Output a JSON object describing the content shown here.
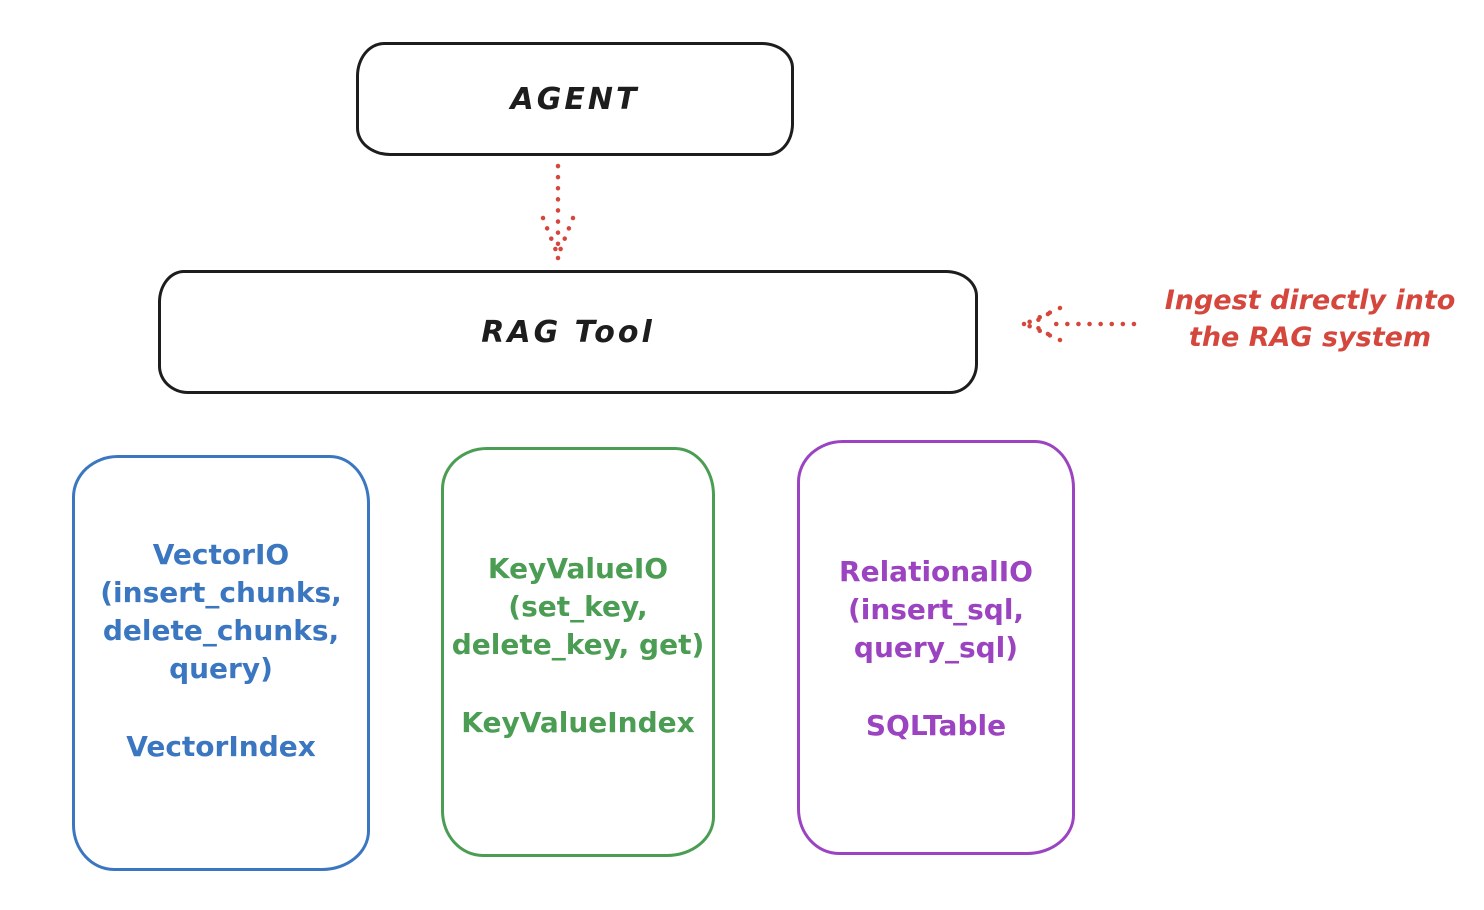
{
  "colors": {
    "ink_black": "#1d1d1d",
    "annotation_red": "#d5463d",
    "vector_blue": "#3b76c1",
    "keyvalue_green": "#4a9d52",
    "relational_purple": "#9b43c0",
    "background": "#ffffff"
  },
  "agent_box": {
    "label": "AGENT"
  },
  "rag_box": {
    "label": "RAG Tool"
  },
  "annotation": {
    "line1": "Ingest directly into",
    "line2": "the RAG system"
  },
  "storage_boxes": [
    {
      "title": "VectorIO",
      "param_lines": [
        "(insert_chunks,",
        "delete_chunks,",
        "query)"
      ],
      "index_label": "VectorIndex",
      "color": "#3b76c1"
    },
    {
      "title": "KeyValueIO",
      "param_lines": [
        "(set_key,",
        "delete_key, get)"
      ],
      "index_label": "KeyValueIndex",
      "color": "#4a9d52"
    },
    {
      "title": "RelationalIO",
      "param_lines": [
        "(insert_sql,",
        "query_sql)"
      ],
      "index_label": "SQLTable",
      "color": "#9b43c0"
    }
  ]
}
